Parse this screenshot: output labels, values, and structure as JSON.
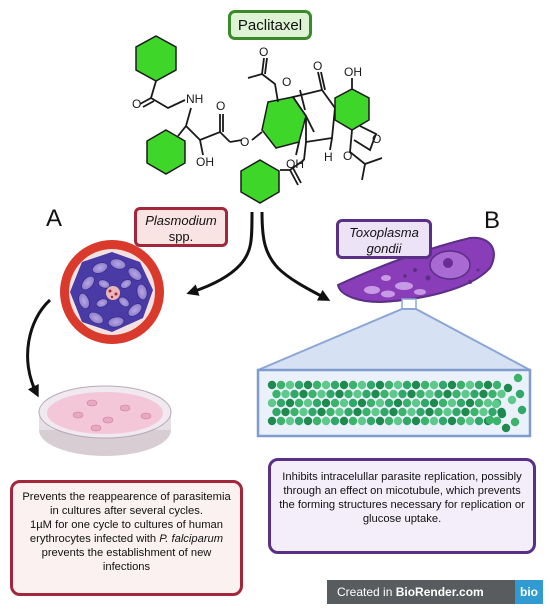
{
  "title": "Paclitaxel",
  "molecule": {
    "labels": [
      "NH",
      "O",
      "OH",
      "O",
      "O",
      "OH",
      "H",
      "OH",
      "O"
    ]
  },
  "panel_a": {
    "letter": "A",
    "organism_italic": "Plasmodium",
    "organism_rest": "spp.",
    "box_text_1": "Prevents the reappearence of parasitemia in cultures after several cycles.",
    "box_text_2_pre": "1µM for one cycle to cultures of human erythrocytes infected with ",
    "box_text_2_italic": "P. falciparum",
    "box_text_2_post": " prevents the establishment of new infections"
  },
  "panel_b": {
    "letter": "B",
    "organism_line1": "Toxoplasma",
    "organism_line2": "gondii",
    "box_text": "Inhibits intracelullar parasite replication, possibly through an effect on micotubule, which prevents the forming structures necessary for replication or glucose uptake."
  },
  "footer": {
    "prefix": "Created in ",
    "brand": "BioRender.com",
    "logo": "bio"
  },
  "colors": {
    "molecule_green": "#3fd62a",
    "panel_a_accent": "#a3263a",
    "panel_b_accent": "#5a2f86",
    "title_accent": "#3a8a2c",
    "microtubule": "#2fa86a"
  }
}
